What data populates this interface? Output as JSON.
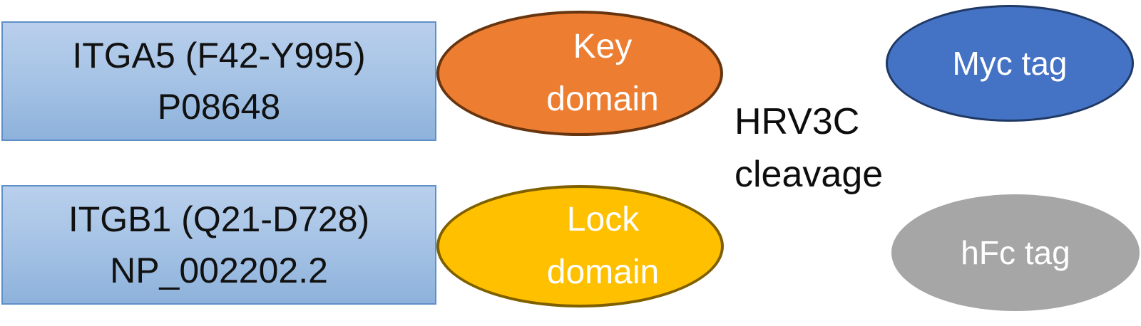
{
  "boxes": {
    "itga5": {
      "line1": "ITGA5 (F42-Y995)",
      "line2": "P08648"
    },
    "itgb1": {
      "line1": "ITGB1 (Q21-D728)",
      "line2": "NP_002202.2"
    }
  },
  "ellipses": {
    "key": {
      "line1": "Key",
      "line2": "domain",
      "fill": "#ED7D31",
      "border": "#66350F",
      "text_color": "#FFFFFF"
    },
    "lock": {
      "line1": "Lock",
      "line2": "domain",
      "fill": "#FFC000",
      "border": "#7F6000",
      "text_color": "#FFFFFF"
    },
    "myc": {
      "label": "Myc tag",
      "fill": "#4472C4",
      "border": "#1F3864",
      "text_color": "#FFFFFF"
    },
    "hfc": {
      "label": "hFc tag",
      "fill": "#A6A6A6",
      "border": "none",
      "text_color": "#FFFFFF"
    }
  },
  "annotation": {
    "line1": "HRV3C",
    "line2": "cleavage",
    "color": "#0D0D0D"
  },
  "colors": {
    "background": "#FFFFFF",
    "box_fill_top": "#B9CFEC",
    "box_fill_bottom": "#8EB2DB",
    "box_border": "#5E8FC8",
    "box_text": "#111111"
  }
}
